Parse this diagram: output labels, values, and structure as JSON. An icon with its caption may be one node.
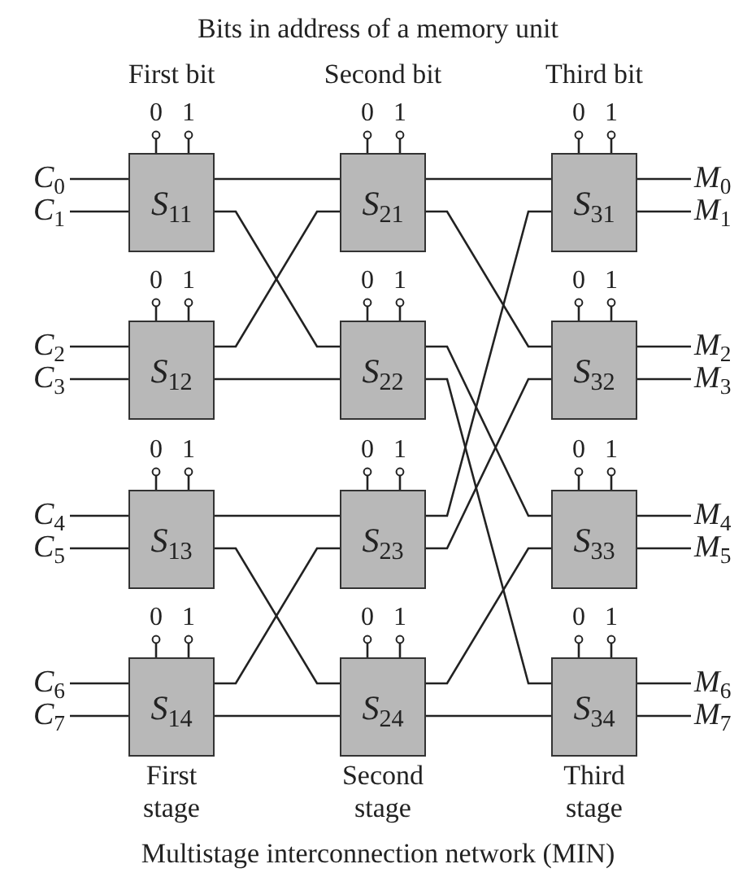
{
  "diagram": {
    "title": "Bits in address of a memory unit",
    "caption": "Multistage interconnection network (MIN)",
    "nodes": [
      {
        "text": [
          "S$_{11}$"
        ]
      },
      {
        "text": [
          "S$_{21}$"
        ]
      },
      {
        "text": [
          "S$_{31}$"
        ]
      },
      {
        "text": [
          "S$_{12}$"
        ]
      },
      {
        "text": [
          "S$_{22}$"
        ]
      },
      {
        "text": [
          "S$_{32}$"
        ]
      },
      {
        "text": [
          "S$_{13}$"
        ]
      },
      {
        "text": [
          "S$_{23}$"
        ]
      },
      {
        "text": [
          "S$_{33}$"
        ]
      },
      {
        "text": [
          "S$_{14}$"
        ]
      },
      {
        "text": [
          "S$_{24}$"
        ]
      },
      {
        "text": [
          "S$_{34}$"
        ]
      },
      {
        "text": [
          "C$_{0}$"
        ]
      },
      {
        "text": [
          "C$_{1}$"
        ]
      },
      {
        "text": [
          "C$_{2}$"
        ]
      },
      {
        "text": [
          "C$_{3}$"
        ]
      },
      {
        "text": [
          "C$_{4}$"
        ]
      },
      {
        "text": [
          "C$_{5}$"
        ]
      },
      {
        "text": [
          "C$_{6}$"
        ]
      },
      {
        "text": [
          "C$_{7}$"
        ]
      },
      {
        "text": [
          "M$_{0}$"
        ]
      },
      {
        "text": [
          "M$_{1}$"
        ]
      },
      {
        "text": [
          "M$_{2}$"
        ]
      },
      {
        "text": [
          "M$_{3}$"
        ]
      },
      {
        "text": [
          "M$_{4}$"
        ]
      },
      {
        "text": [
          "M$_{5}$"
        ]
      },
      {
        "text": [
          "M$_{6}$"
        ]
      },
      {
        "text": [
          "M$_{7}$"
        ]
      }
    ],
    "edges": [
      {
        "from": 12,
        "to": 0,
        "arrow": "none"
      },
      {
        "from": 13,
        "to": 0,
        "arrow": "none"
      },
      {
        "from": 14,
        "to": 3,
        "arrow": "none"
      },
      {
        "from": 15,
        "to": 3,
        "arrow": "none"
      },
      {
        "from": 16,
        "to": 6,
        "arrow": "none"
      },
      {
        "from": 17,
        "to": 6,
        "arrow": "none"
      },
      {
        "from": 18,
        "to": 9,
        "arrow": "none"
      },
      {
        "from": 19,
        "to": 9,
        "arrow": "none"
      },
      {
        "from": 0,
        "to": 1,
        "arrow": "none"
      },
      {
        "from": 0,
        "to": 4,
        "arrow": "none"
      },
      {
        "from": 3,
        "to": 1,
        "arrow": "none"
      },
      {
        "from": 3,
        "to": 4,
        "arrow": "none"
      },
      {
        "from": 6,
        "to": 7,
        "arrow": "none"
      },
      {
        "from": 6,
        "to": 10,
        "arrow": "none"
      },
      {
        "from": 9,
        "to": 7,
        "arrow": "none"
      },
      {
        "from": 9,
        "to": 10,
        "arrow": "none"
      },
      {
        "from": 1,
        "to": 2,
        "arrow": "none"
      },
      {
        "from": 1,
        "to": 5,
        "arrow": "none"
      },
      {
        "from": 4,
        "to": 8,
        "arrow": "none"
      },
      {
        "from": 4,
        "to": 11,
        "arrow": "none"
      },
      {
        "from": 7,
        "to": 2,
        "arrow": "none"
      },
      {
        "from": 7,
        "to": 5,
        "arrow": "none"
      },
      {
        "from": 10,
        "to": 8,
        "arrow": "none"
      },
      {
        "from": 10,
        "to": 11,
        "arrow": "none"
      },
      {
        "from": 2,
        "to": 20,
        "arrow": "none"
      },
      {
        "from": 2,
        "to": 21,
        "arrow": "none"
      },
      {
        "from": 5,
        "to": 22,
        "arrow": "none"
      },
      {
        "from": 5,
        "to": 23,
        "arrow": "none"
      },
      {
        "from": 8,
        "to": 24,
        "arrow": "none"
      },
      {
        "from": 8,
        "to": 25,
        "arrow": "none"
      },
      {
        "from": 11,
        "to": 26,
        "arrow": "none"
      },
      {
        "from": 11,
        "to": 27,
        "arrow": "none"
      }
    ],
    "labels": [
      "First bit",
      "Second bit",
      "Third bit",
      "0",
      "1",
      "0",
      "1",
      "0",
      "1",
      "0",
      "1",
      "0",
      "1",
      "0",
      "1",
      "0",
      "1",
      "0",
      "1",
      "0",
      "1",
      "0",
      "1",
      "0",
      "1",
      "0",
      "1",
      "First stage",
      "Second stage",
      "Third stage"
    ]
  }
}
